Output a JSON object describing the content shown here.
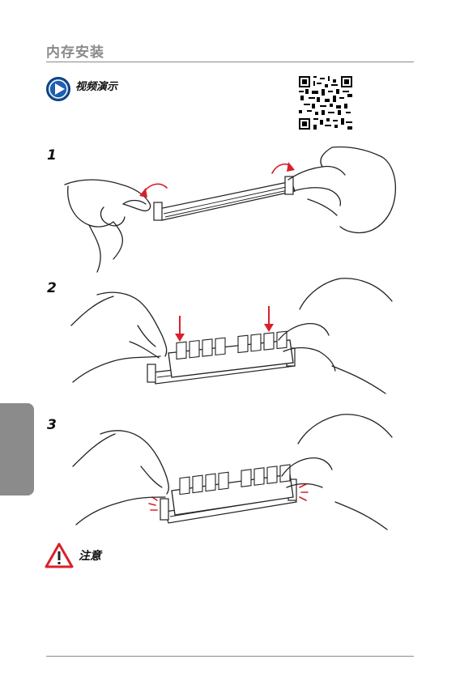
{
  "page": {
    "title": "内存安装",
    "video_label": "视频演示",
    "warning_label": "注意",
    "steps": [
      {
        "number": "1"
      },
      {
        "number": "2"
      },
      {
        "number": "3"
      }
    ]
  },
  "colors": {
    "header_gray": "#8a8a8a",
    "play_icon_blue": "#1d5fb0",
    "warning_red": "#d9202a",
    "side_tab_gray": "#8b8b8b"
  },
  "icons": {
    "play": "play-icon",
    "qr": "qr-code-icon",
    "warning": "warning-triangle-icon"
  }
}
